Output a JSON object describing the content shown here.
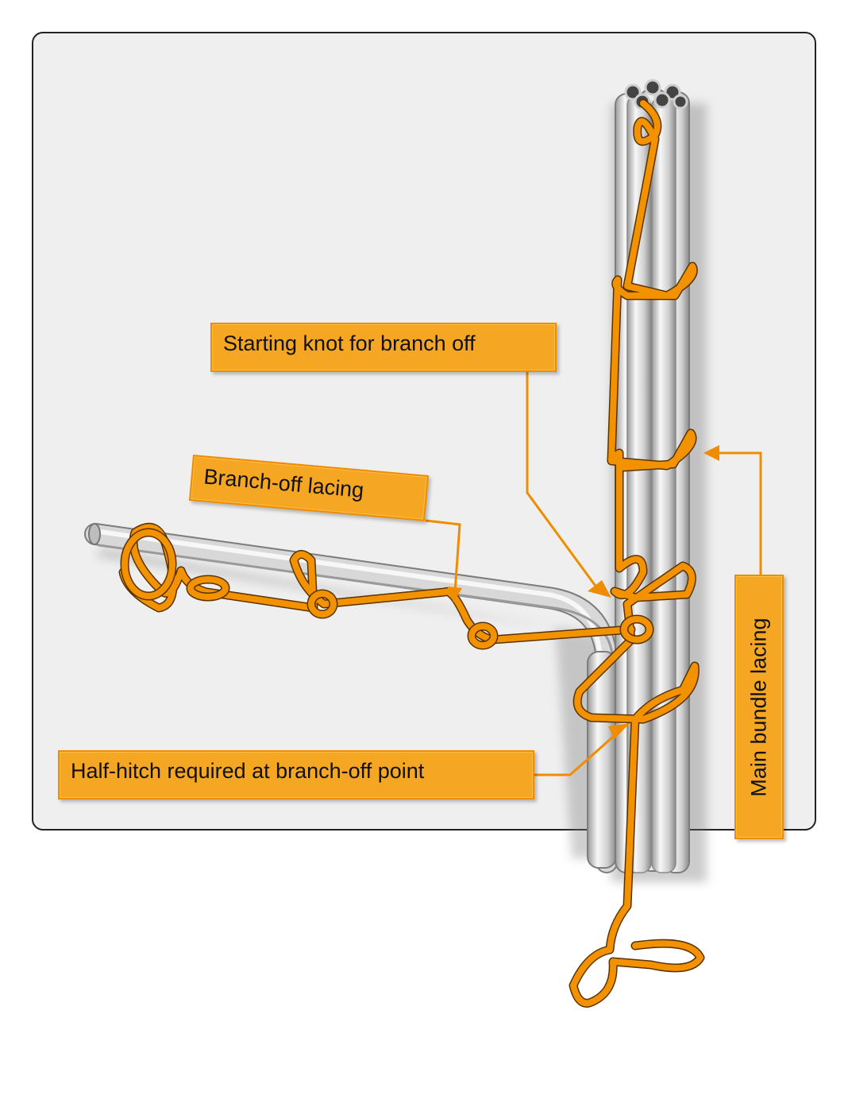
{
  "diagram": {
    "labels": {
      "starting_knot": "Starting knot for branch off",
      "branch_off_lacing": "Branch-off lacing",
      "half_hitch": "Half-hitch required at branch-off point",
      "main_bundle_lacing": "Main bundle lacing"
    },
    "colors": {
      "background": "#efefef",
      "lacing_cord": "#f39200",
      "callout_fill": "#f5a623",
      "wire": "#d9d9d9"
    }
  }
}
